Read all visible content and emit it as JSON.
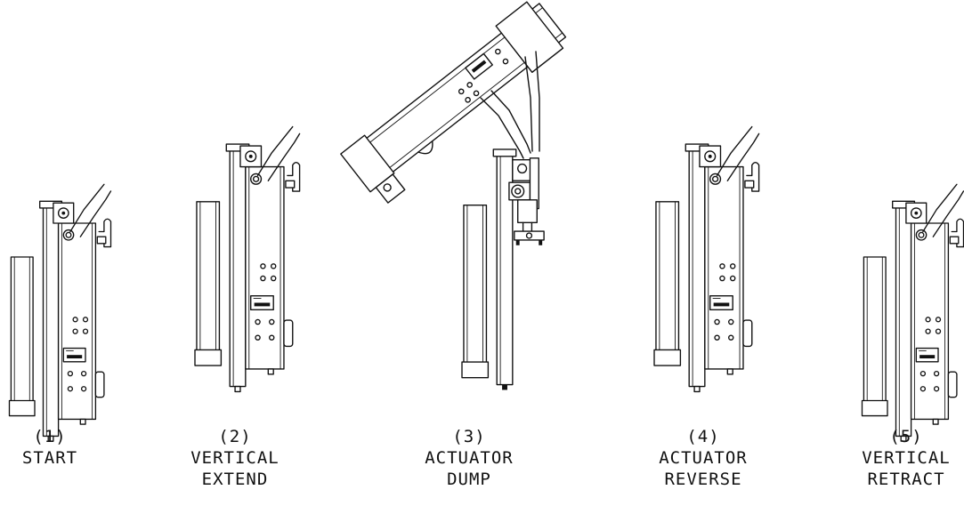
{
  "stages": [
    {
      "number": "(1)",
      "line1": "START",
      "line2": ""
    },
    {
      "number": "(2)",
      "line1": "VERTICAL",
      "line2": "EXTEND"
    },
    {
      "number": "(3)",
      "line1": "ACTUATOR",
      "line2": "DUMP"
    },
    {
      "number": "(4)",
      "line1": "ACTUATOR",
      "line2": "REVERSE"
    },
    {
      "number": "(5)",
      "line1": "VERTICAL",
      "line2": "RETRACT"
    }
  ],
  "colors": {
    "line": "#111111",
    "background": "#ffffff"
  }
}
